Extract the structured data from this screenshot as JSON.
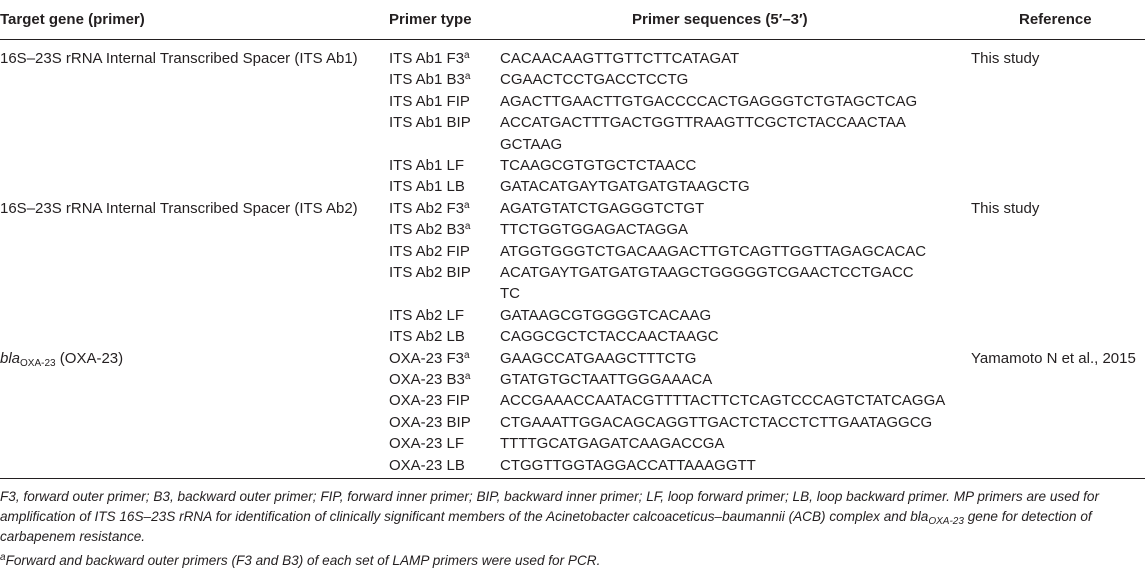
{
  "headers": {
    "target": "Target gene (primer)",
    "type": "Primer type",
    "seq": "Primer sequences (5′–3′)",
    "ref": "Reference"
  },
  "groups": [
    {
      "target": "16S–23S rRNA Internal Transcribed Spacer (ITS Ab1)",
      "reference": "This study"
    },
    {
      "target": "16S–23S rRNA Internal Transcribed Spacer (ITS Ab2)",
      "reference": "This study"
    },
    {
      "target_italic": "bla",
      "target_sub": "OXA-23",
      "target_rest": " (OXA-23)",
      "reference": "Yamamoto N et al., 2015"
    }
  ],
  "rows": [
    {
      "type": "ITS Ab1 F3",
      "sup": "a",
      "seq": "CACAACAAGTTGTTCTTCATAGAT"
    },
    {
      "type": "ITS Ab1 B3",
      "sup": "a",
      "seq": "CGAACTCCTGACCTCCTG"
    },
    {
      "type": "ITS Ab1 FIP",
      "sup": "",
      "seq": "AGACTTGAACTTGTGACCCCACTGAGGGTCTGTAGCTCAG"
    },
    {
      "type": "ITS Ab1 BIP",
      "sup": "",
      "seq": "ACCATGACTTTGACTGGTTRAAGTTCGCTCTACCAACTAA"
    },
    {
      "type": "",
      "sup": "",
      "seq": "GCTAAG"
    },
    {
      "type": "ITS Ab1 LF",
      "sup": "",
      "seq": "TCAAGCGTGTGCTCTAACC"
    },
    {
      "type": "ITS Ab1 LB",
      "sup": "",
      "seq": "GATACATGAYTGATGATGTAAGCTG"
    },
    {
      "type": "ITS Ab2 F3",
      "sup": "a",
      "seq": "AGATGTATCTGAGGGTCTGT"
    },
    {
      "type": "ITS Ab2 B3",
      "sup": "a",
      "seq": "TTCTGGTGGAGACTAGGA"
    },
    {
      "type": "ITS Ab2 FIP",
      "sup": "",
      "seq": "ATGGTGGGTCTGACAAGACTTGTCAGTTGGTTAGAGCACAC"
    },
    {
      "type": "ITS Ab2 BIP",
      "sup": "",
      "seq": "ACATGAYTGATGATGTAAGCTGGGGGTCGAACTCCTGACC"
    },
    {
      "type": "",
      "sup": "",
      "seq": "TC"
    },
    {
      "type": "ITS Ab2 LF",
      "sup": "",
      "seq": "GATAAGCGTGGGGTCACAAG"
    },
    {
      "type": "ITS Ab2 LB",
      "sup": "",
      "seq": "CAGGCGCTCTACCAACTAAGC"
    },
    {
      "type": "OXA-23 F3",
      "sup": "a",
      "seq": "GAAGCCATGAAGCTTTCTG"
    },
    {
      "type": "OXA-23 B3",
      "sup": "a",
      "seq": "GTATGTGCTAATTGGGAAACA"
    },
    {
      "type": "OXA-23 FIP",
      "sup": "",
      "seq": "ACCGAAACCAATACGTTTTACTTCTCAGTCCCAGTCTATCAGGA"
    },
    {
      "type": "OXA-23 BIP",
      "sup": "",
      "seq": "CTGAAATTGGACAGCAGGTTGACTCTACCTCTTGAATAGGCG"
    },
    {
      "type": "OXA-23 LF",
      "sup": "",
      "seq": "TTTTGCATGAGATCAAGACCGA"
    },
    {
      "type": "OXA-23 LB",
      "sup": "",
      "seq": "CTGGTTGGTAGGACCATTAAAGGTT"
    }
  ],
  "footnote": {
    "line1": "F3, forward outer primer; B3, backward outer primer; FIP, forward inner primer; BIP, backward inner primer; LF, loop forward primer; LB, loop backward primer. MP primers are used for",
    "line2": "amplification of ITS 16S–23S rRNA for identification of clinically significant members of the Acinetobacter calcoaceticus–baumannii (ACB) complex and bla",
    "line2_sub": "OXA-23",
    "line2_rest": " gene for detection of",
    "line3": "carbapenem resistance.",
    "note_sup": "a",
    "note": "Forward and backward outer primers (F3 and B3) of each set of LAMP primers were used for PCR."
  }
}
